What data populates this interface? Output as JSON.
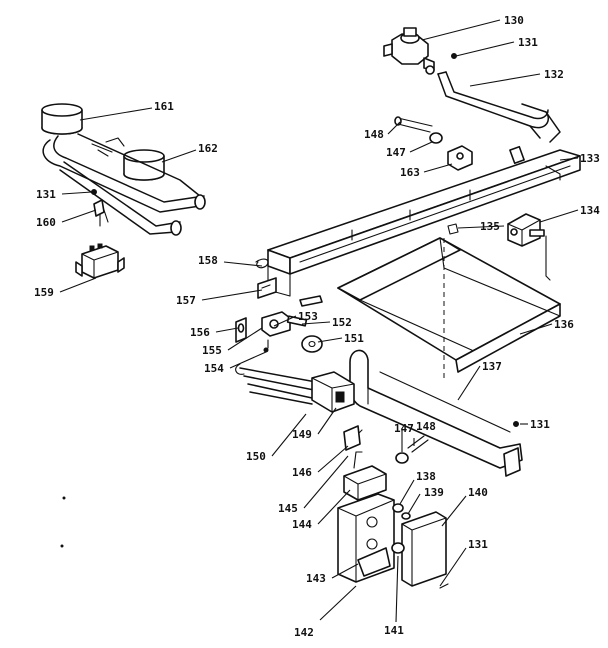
{
  "diagram": {
    "callouts": [
      {
        "id": "c130",
        "label": "130"
      },
      {
        "id": "c131a",
        "label": "131"
      },
      {
        "id": "c132",
        "label": "132"
      },
      {
        "id": "c161",
        "label": "161"
      },
      {
        "id": "c162",
        "label": "162"
      },
      {
        "id": "c148a",
        "label": "148"
      },
      {
        "id": "c147a",
        "label": "147"
      },
      {
        "id": "c163",
        "label": "163"
      },
      {
        "id": "c133",
        "label": "133"
      },
      {
        "id": "c131b",
        "label": "131"
      },
      {
        "id": "c160",
        "label": "160"
      },
      {
        "id": "c134",
        "label": "134"
      },
      {
        "id": "c135",
        "label": "135"
      },
      {
        "id": "c158",
        "label": "158"
      },
      {
        "id": "c159",
        "label": "159"
      },
      {
        "id": "c157",
        "label": "157"
      },
      {
        "id": "c153",
        "label": "153"
      },
      {
        "id": "c152",
        "label": "152"
      },
      {
        "id": "c156",
        "label": "156"
      },
      {
        "id": "c151",
        "label": "151"
      },
      {
        "id": "c136",
        "label": "136"
      },
      {
        "id": "c155",
        "label": "155"
      },
      {
        "id": "c154",
        "label": "154"
      },
      {
        "id": "c137",
        "label": "137"
      },
      {
        "id": "c131c",
        "label": "131"
      },
      {
        "id": "c147b",
        "label": "147"
      },
      {
        "id": "c148b",
        "label": "148"
      },
      {
        "id": "c150",
        "label": "150"
      },
      {
        "id": "c149",
        "label": "149"
      },
      {
        "id": "c146",
        "label": "146"
      },
      {
        "id": "c138",
        "label": "138"
      },
      {
        "id": "c139",
        "label": "139"
      },
      {
        "id": "c140",
        "label": "140"
      },
      {
        "id": "c145",
        "label": "145"
      },
      {
        "id": "c144",
        "label": "144"
      },
      {
        "id": "c131d",
        "label": "131"
      },
      {
        "id": "c143",
        "label": "143"
      },
      {
        "id": "c142",
        "label": "142"
      },
      {
        "id": "c141",
        "label": "141"
      }
    ]
  }
}
